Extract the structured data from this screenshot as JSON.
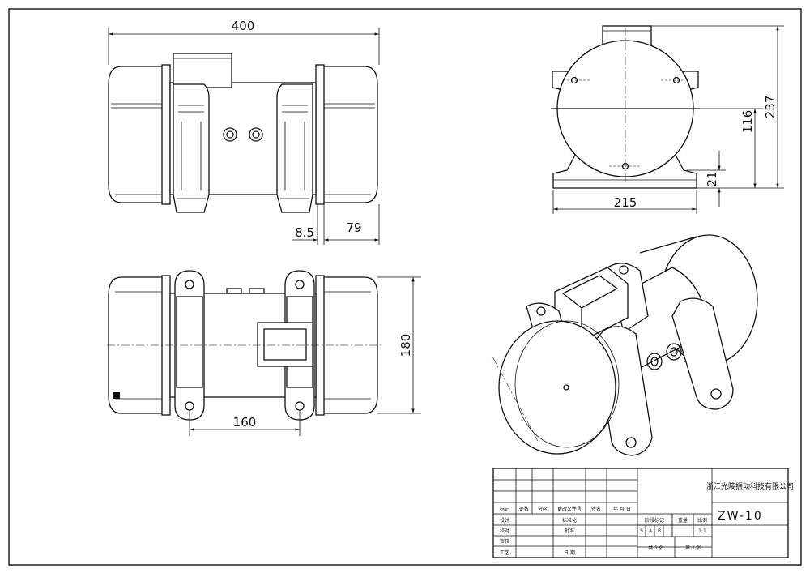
{
  "dimensions": {
    "overall_length": "400",
    "foot_offset": "8.5",
    "end_length": "79",
    "total_height": "237",
    "center_height": "116",
    "foot_height": "21",
    "base_width": "215",
    "foot_span_width": "180",
    "hole_spacing": "160"
  },
  "title_block": {
    "company": "浙江光陵振动科技有限公司",
    "drawing_number": "ZW-10",
    "headers": [
      "标记",
      "处数",
      "分区",
      "更改文件号",
      "签名",
      "年 月 日"
    ],
    "row_labels": [
      "设计",
      "校对",
      "审核",
      "工艺"
    ],
    "standardization_label": "标准化",
    "approval_label": "批准",
    "date_label": "日 期",
    "stage_label": "阶段标记",
    "weight_label": "重量",
    "scale_label": "比例",
    "stage_marks": [
      "S",
      "A",
      "B"
    ],
    "scale_value": "1:1",
    "sheet_count": "共 1 张",
    "sheet_index": "第 1 张"
  }
}
